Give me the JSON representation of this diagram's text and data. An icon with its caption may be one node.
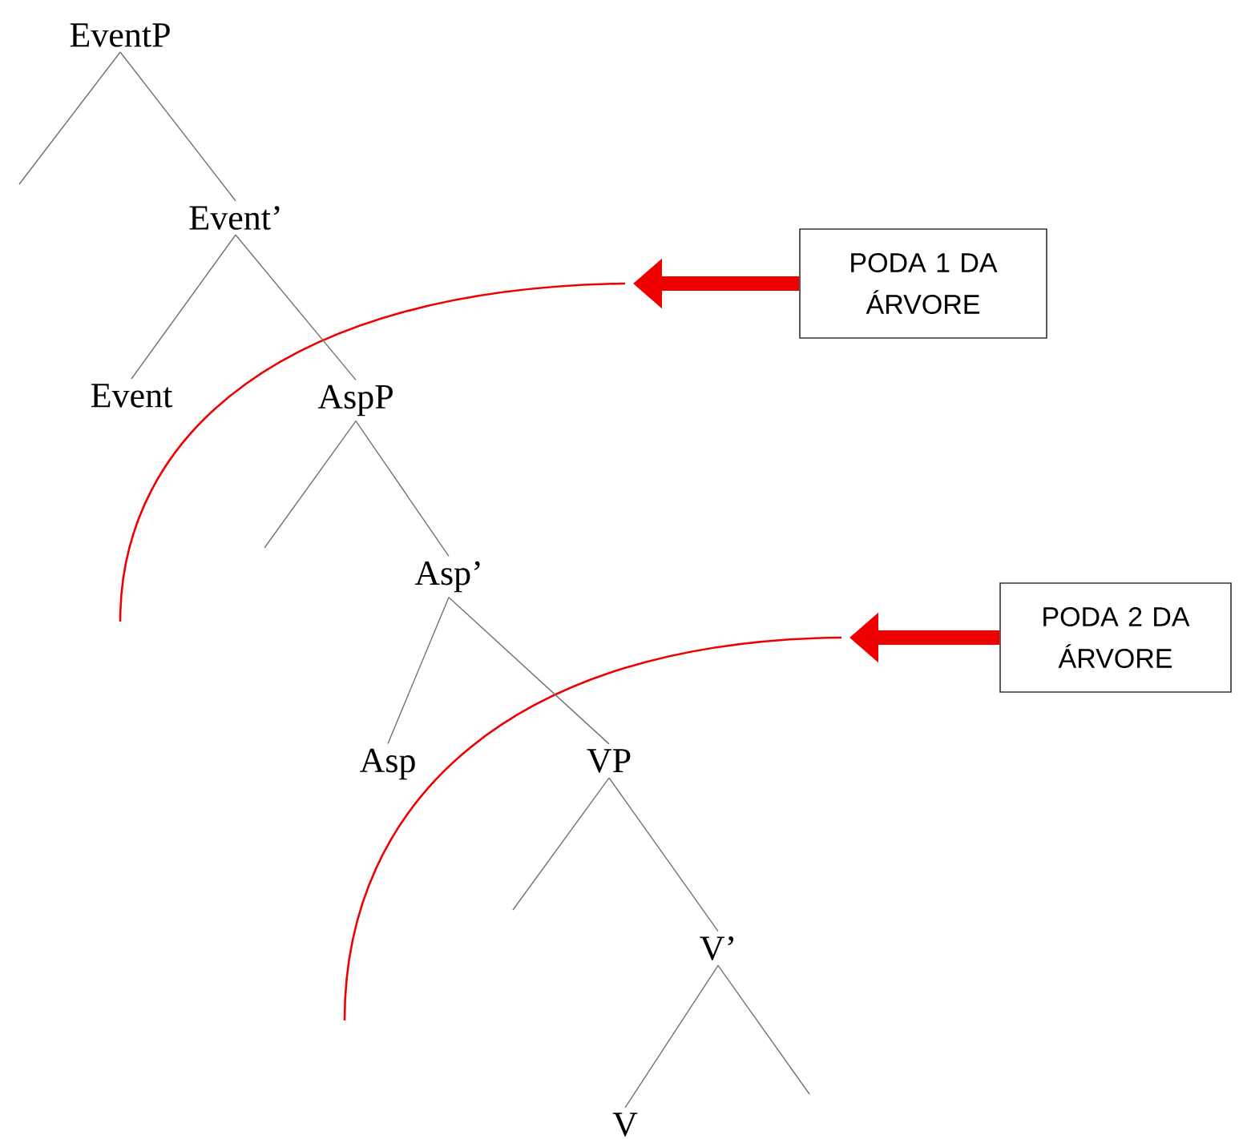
{
  "diagram": {
    "nodes": [
      {
        "text": [
          "EventP"
        ]
      },
      {
        "text": [
          "Event’"
        ]
      },
      {
        "text": [
          "Event"
        ]
      },
      {
        "text": [
          "AspP"
        ]
      },
      {
        "text": [
          "Asp’"
        ]
      },
      {
        "text": [
          "Asp"
        ]
      },
      {
        "text": [
          "VP"
        ]
      },
      {
        "text": [
          "V’"
        ]
      },
      {
        "text": [
          "V"
        ]
      },
      {
        "text": [
          "PODA 1 DA ÁRVORE"
        ]
      },
      {
        "text": [
          "PODA 2 DA ÁRVORE"
        ]
      }
    ],
    "edges": [
      {
        "from": 0,
        "to": null,
        "arrow": "none"
      },
      {
        "from": 0,
        "to": 1,
        "arrow": "none"
      },
      {
        "from": 1,
        "to": 2,
        "arrow": "none"
      },
      {
        "from": 1,
        "to": 3,
        "arrow": "none"
      },
      {
        "from": 3,
        "to": null,
        "arrow": "none"
      },
      {
        "from": 3,
        "to": 4,
        "arrow": "none"
      },
      {
        "from": 4,
        "to": 5,
        "arrow": "none"
      },
      {
        "from": 4,
        "to": 6,
        "arrow": "none"
      },
      {
        "from": 6,
        "to": null,
        "arrow": "none"
      },
      {
        "from": 6,
        "to": 7,
        "arrow": "none"
      },
      {
        "from": 7,
        "to": 8,
        "arrow": "none"
      },
      {
        "from": 7,
        "to": null,
        "arrow": "none"
      },
      {
        "from": 9,
        "to": null,
        "arrow": "to",
        "style": "thick",
        "color": "#ee0000"
      },
      {
        "from": 10,
        "to": null,
        "arrow": "to",
        "style": "thick",
        "color": "#ee0000"
      }
    ]
  }
}
